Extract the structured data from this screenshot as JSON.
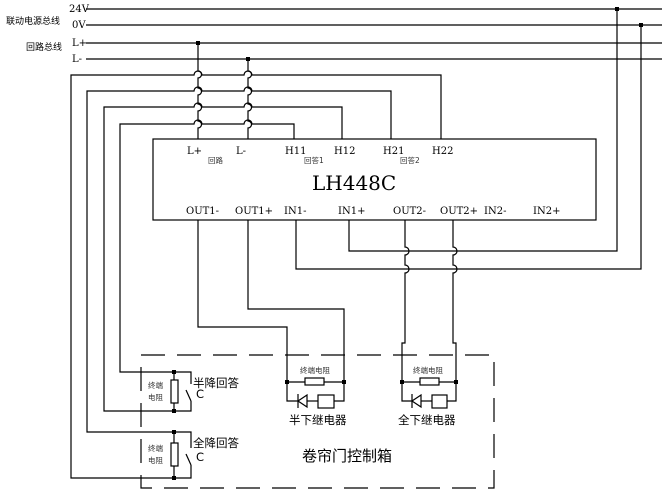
{
  "bus": {
    "power_group_label": "联动电源总线",
    "loop_group_label": "回路总线",
    "lines": [
      "24V",
      "0V",
      "L+",
      "L-"
    ]
  },
  "module": {
    "model": "LH448C",
    "top_terminals": [
      "L+",
      "L-",
      "H11",
      "H12",
      "H21",
      "H22"
    ],
    "top_group_labels": [
      "回路",
      "回答1",
      "回答2"
    ],
    "bottom_terminals": [
      "OUT1-",
      "OUT1+",
      "IN1-",
      "IN1+",
      "OUT2-",
      "OUT2+",
      "IN2-",
      "IN2+"
    ]
  },
  "control_box": {
    "title": "卷帘门控制箱",
    "feedback_half": "半降回答",
    "feedback_full": "全降回答",
    "contact_label": "C",
    "eol_resistor_line1": "终端",
    "eol_resistor_line2": "电阻",
    "eol_resistor": "终端电阻",
    "relay_half": "半下继电器",
    "relay_full": "全下继电器"
  }
}
